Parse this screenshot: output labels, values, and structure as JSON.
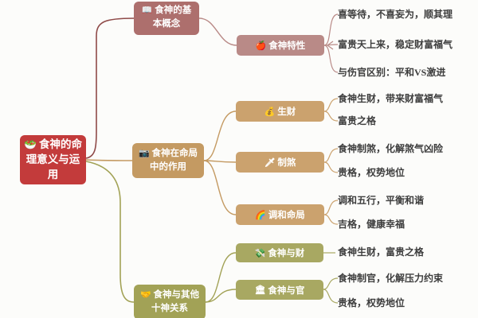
{
  "title": "食神的命理意义与运用思维导图",
  "colors": {
    "background": "#fcfcfa",
    "root_red": "#c33b3b",
    "branch1_rose": "#ad6f6d",
    "branch1_child_rose": "#b98a87",
    "branch2_tan": "#c49a62",
    "branch2_child_tan": "#cba26e",
    "branch3_olive": "#a2a256",
    "branch3_child_olive": "#a8a862",
    "leaf_text": "#3d3d3d",
    "trunk_maroon": "#8f4a48"
  },
  "root": {
    "label": "食神的命理意义与运用",
    "icon": "🥗",
    "icon_name": "salad-icon"
  },
  "branches": [
    {
      "label": "食神的基本概念",
      "icon": "📖",
      "icon_name": "open-book-icon",
      "children": [
        {
          "label": "食神特性",
          "icon": "🍎",
          "icon_name": "apple-icon",
          "leaves": [
            "喜等待，不喜妄为，顺其理",
            "富贵天上来，稳定财富福气",
            "与伤官区别：平和VS激进"
          ]
        }
      ]
    },
    {
      "label": "食神在命局中的作用",
      "icon": "📷",
      "icon_name": "camera-icon",
      "children": [
        {
          "label": "生财",
          "icon": "💰",
          "icon_name": "money-bag-icon",
          "leaves": [
            "食神生财，带来财富福气",
            "富贵之格"
          ]
        },
        {
          "label": "制煞",
          "icon": "🗡",
          "icon_name": "dagger-icon",
          "leaves": [
            "食神制煞，化解煞气凶险",
            "贵格，权势地位"
          ]
        },
        {
          "label": "调和命局",
          "icon": "🌈",
          "icon_name": "rainbow-icon",
          "leaves": [
            "调和五行，平衡和谐",
            "吉格，健康幸福"
          ]
        }
      ]
    },
    {
      "label": "食神与其他十神关系",
      "icon": "🤝",
      "icon_name": "handshake-icon",
      "children": [
        {
          "label": "食神与财",
          "icon": "💸",
          "icon_name": "money-with-wings-icon",
          "leaves": [
            "食神生财，富贵之格"
          ]
        },
        {
          "label": "食神与官",
          "icon": "🏛",
          "icon_name": "bank-icon",
          "leaves": [
            "食神制官，化解压力约束",
            "贵格，权势地位"
          ]
        }
      ]
    }
  ]
}
